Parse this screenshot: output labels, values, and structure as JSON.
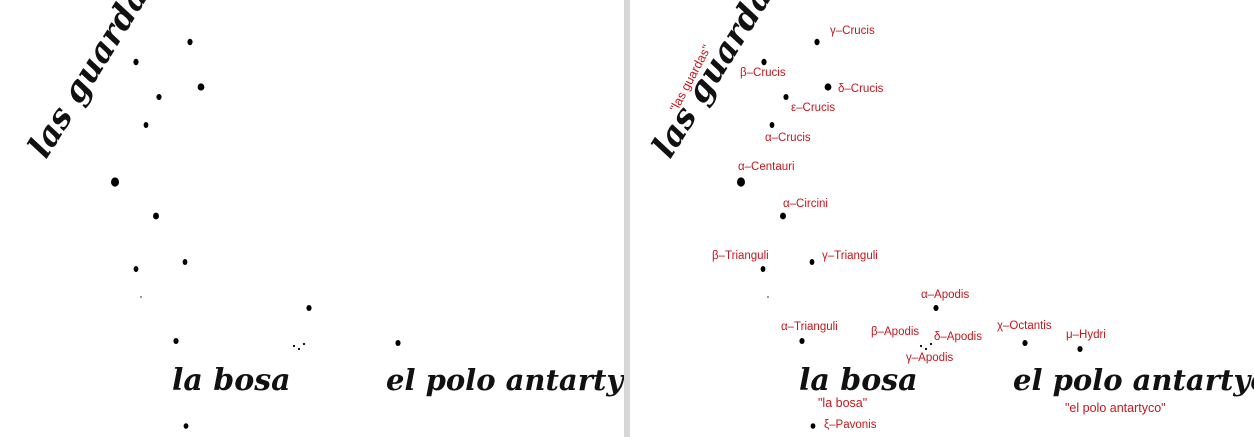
{
  "script": {
    "las_guardas": "las guardas",
    "la_bosa": "la bosa",
    "el_polo": "el polo antartyco"
  },
  "labels": {
    "gamma_crucis": "γ–Crucis",
    "beta_crucis": "β–Crucis",
    "delta_crucis": "δ–Crucis",
    "epsilon_crucis": "ε–Crucis",
    "alpha_crucis": "α–Crucis",
    "alpha_centauri": "α–Centauri",
    "alpha_circini": "α–Circini",
    "beta_trianguli": "β–Trianguli",
    "gamma_trianguli": "γ–Trianguli",
    "alpha_apodis": "α–Apodis",
    "alpha_trianguli": "α–Trianguli",
    "beta_apodis": "β–Apodis",
    "delta_apodis": "δ–Apodis",
    "gamma_apodis": "γ–Apodis",
    "chi_octantis": "χ–Octantis",
    "mu_hydri": "μ–Hydri",
    "xi_pavonis": "ξ–Pavonis"
  },
  "captions": {
    "las_guardas": "\"las guardas\"",
    "la_bosa": "\"la bosa\"",
    "el_polo": "\"el polo antartyco\""
  },
  "colors": {
    "label": "#c4161c",
    "ink": "#000000",
    "divider": "#d7d7d7"
  }
}
